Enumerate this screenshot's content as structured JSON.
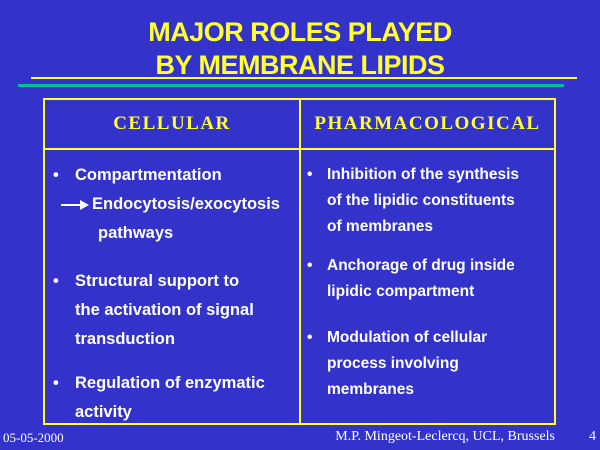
{
  "colors": {
    "background": "#3333CB",
    "accent_yellow": "#FFFF33",
    "accent_teal": "#00BF99",
    "text_white": "#FFFFFF"
  },
  "title": {
    "line1": "MAJOR ROLES PLAYED",
    "line2": "BY MEMBRANE LIPIDS"
  },
  "table": {
    "bullet_glyph": "•",
    "cellular": {
      "header": "CELLULAR",
      "bullet1": {
        "line1": "Compartmentation",
        "arrow_line": "Endocytosis/exocytosis",
        "arrow_line2": "pathways"
      },
      "bullet2": {
        "line1": "Structural support to",
        "line2": "the activation of signal",
        "line3": "transduction"
      },
      "bullet3": {
        "line1": "Regulation of enzymatic",
        "line2": "activity"
      }
    },
    "pharmacological": {
      "header": "PHARMACOLOGICAL",
      "bullet1": {
        "line1": "Inhibition of the synthesis",
        "line2": "of the lipidic constituents",
        "line3": "of membranes"
      },
      "bullet2": {
        "line1": "Anchorage of drug inside",
        "line2": "lipidic compartment"
      },
      "bullet3": {
        "line1": "Modulation of cellular",
        "line2": "process involving",
        "line3": "membranes"
      }
    }
  },
  "footer": {
    "date": "05-05-2000",
    "credit": "M.P. Mingeot-Leclercq, UCL, Brussels",
    "page": "4"
  }
}
